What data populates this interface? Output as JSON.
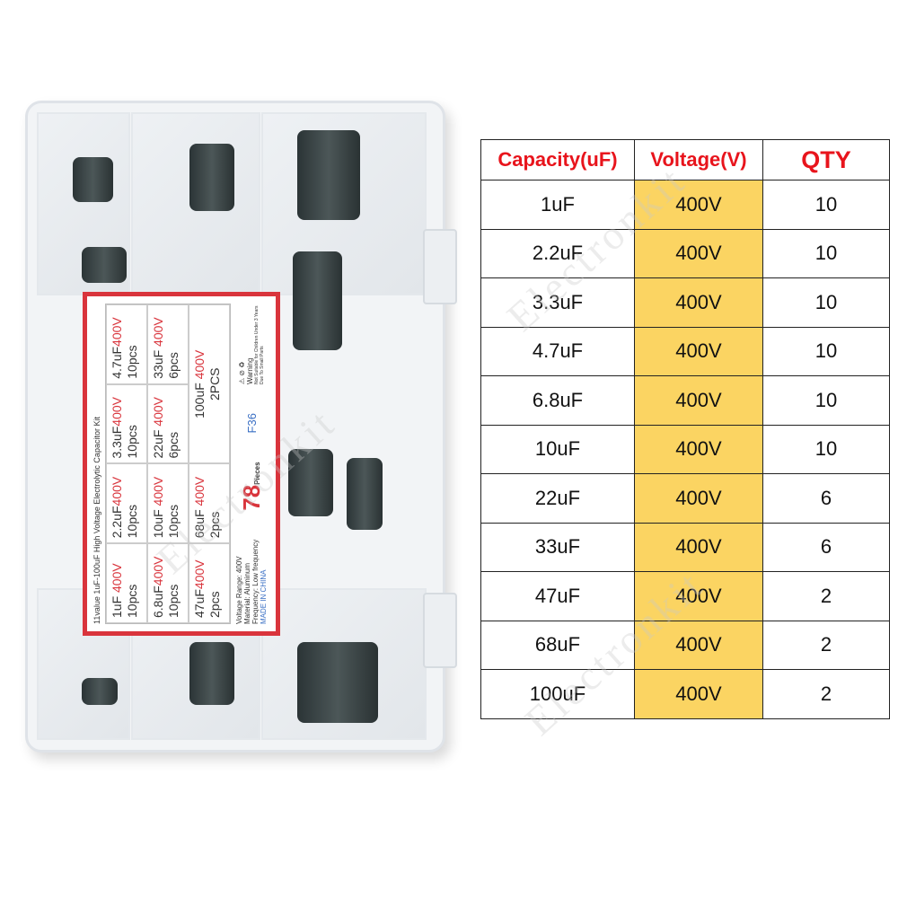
{
  "label": {
    "title": "11value 1uF-100uF High Voltage Electrolytic Capacitor Kit",
    "items": [
      {
        "cap": "1uF ",
        "volt": "400V",
        "qty": "10pcs"
      },
      {
        "cap": "2.2uF",
        "volt": "400V",
        "qty": "10pcs"
      },
      {
        "cap": "3.3uF",
        "volt": "400V",
        "qty": "10pcs"
      },
      {
        "cap": "4.7uF",
        "volt": "400V",
        "qty": "10pcs"
      },
      {
        "cap": "6.8uF",
        "volt": "400V",
        "qty": "10pcs"
      },
      {
        "cap": "10uF ",
        "volt": "400V",
        "qty": "10pcs"
      },
      {
        "cap": "22uF ",
        "volt": "400V",
        "qty": "6pcs"
      },
      {
        "cap": "33uF ",
        "volt": "400V",
        "qty": "6pcs"
      },
      {
        "cap": "47uF",
        "volt": "400V",
        "qty": "2pcs"
      },
      {
        "cap": "68uF ",
        "volt": "400V",
        "qty": "2pcs"
      },
      {
        "cap": "100uF ",
        "volt": "400V",
        "qty": "2PCS"
      }
    ],
    "specs": [
      "Voltage Range: 400V",
      "Material: Aluminum",
      "Frequency: Low frequency"
    ],
    "made": "MADE IN CHINA",
    "count": "78",
    "count_unit": "Pieces",
    "code": "F36",
    "warning": "Warning",
    "warning_note": "Not Suitable for Children Under 3 Years Due To Small Parts"
  },
  "table": {
    "headers": [
      "Capacity(uF)",
      "Voltage(V)",
      "QTY"
    ],
    "rows": [
      [
        "1uF",
        "400V",
        "10"
      ],
      [
        "2.2uF",
        "400V",
        "10"
      ],
      [
        "3.3uF",
        "400V",
        "10"
      ],
      [
        "4.7uF",
        "400V",
        "10"
      ],
      [
        "6.8uF",
        "400V",
        "10"
      ],
      [
        "10uF",
        "400V",
        "10"
      ],
      [
        "22uF",
        "400V",
        "6"
      ],
      [
        "33uF",
        "400V",
        "6"
      ],
      [
        "47uF",
        "400V",
        "2"
      ],
      [
        "68uF",
        "400V",
        "2"
      ],
      [
        "100uF",
        "400V",
        "2"
      ]
    ],
    "colors": {
      "header_text": "#e8141c",
      "voltage_fill": "#fbd462"
    }
  },
  "watermark": "Electronkit"
}
